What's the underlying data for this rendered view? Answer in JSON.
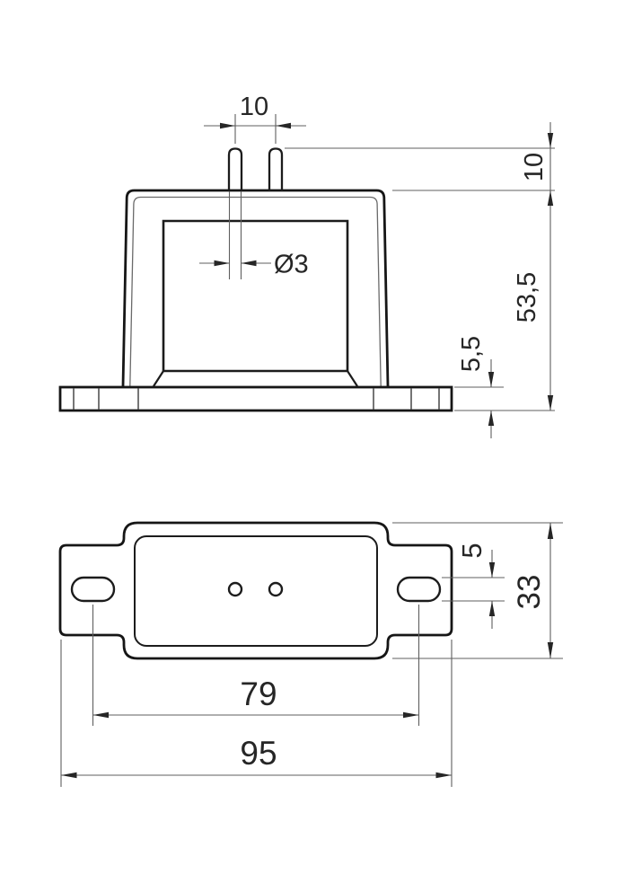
{
  "drawing": {
    "description": "Two-view dimensioned technical drawing of a flanged encapsulated component with two solder pins and two slotted mounting ears",
    "colors": {
      "background": "#ffffff",
      "object_line": "#161616",
      "thin_line": "#5f5f5f",
      "text": "#262626"
    }
  },
  "labels": {
    "front": {
      "pin_spacing": "10",
      "pin_protrusion": "10",
      "pin_diameter": "Ø3",
      "height": "53,5",
      "flange_thickness": "5,5"
    },
    "bottom": {
      "slot_width": "5",
      "body_width": "33",
      "hole_spacing": "79",
      "overall_length": "95"
    }
  }
}
